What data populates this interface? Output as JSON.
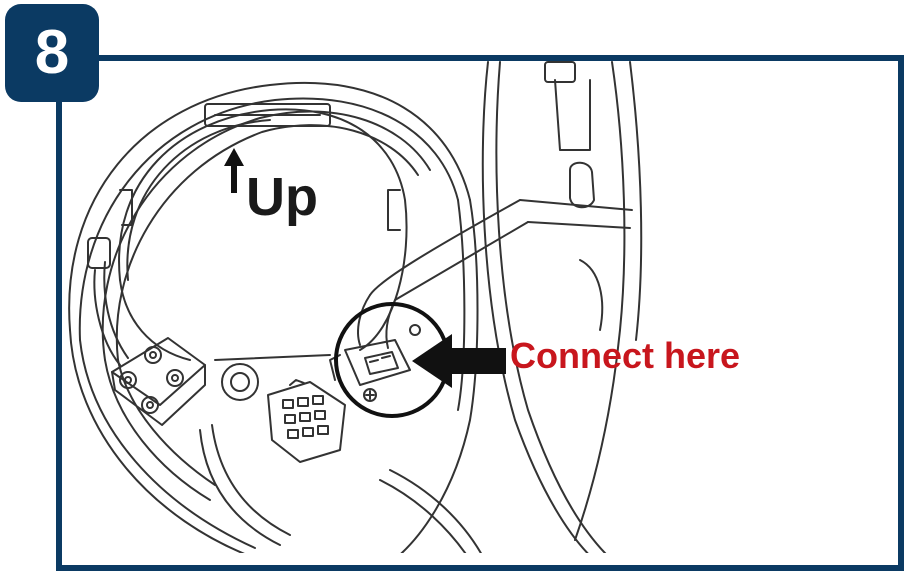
{
  "step": {
    "number": "8"
  },
  "labels": {
    "up": "Up",
    "connect": "Connect here"
  },
  "colors": {
    "frame": "#0b3a63",
    "badge": "#0b3a63",
    "connect_text": "#c8161d",
    "line_art": "#333333"
  },
  "icons": {
    "up_arrow": "arrow-up-icon",
    "pointer_arrow": "arrow-left-icon"
  }
}
